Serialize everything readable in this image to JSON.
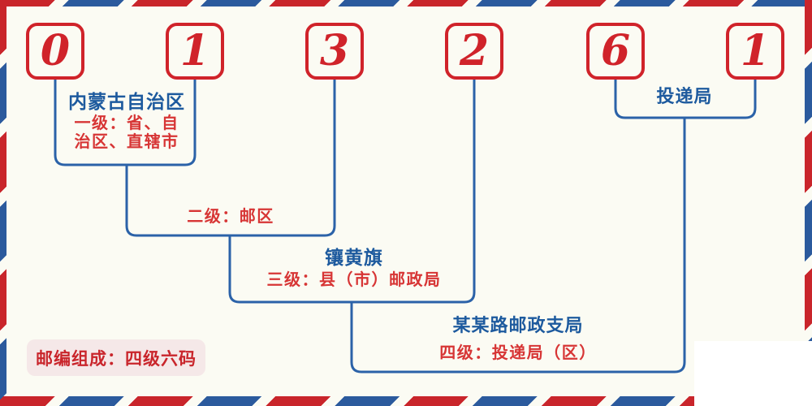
{
  "postal_code": {
    "digits": [
      "0",
      "1",
      "3",
      "2",
      "6",
      "1"
    ]
  },
  "levels": {
    "level1": {
      "place": "内蒙古自治区",
      "label": "一级：省、自治区、直辖市"
    },
    "level2": {
      "label": "二级：邮区"
    },
    "level3": {
      "place": "镶黄旗",
      "label": "三级：县（市）邮政局"
    },
    "level4": {
      "place": "某某路邮政支局",
      "label": "四级：投递局（区）"
    },
    "delivery_bureau": {
      "place": "投递局"
    }
  },
  "footer": {
    "composition_note": "邮编组成：四级六码"
  },
  "colors": {
    "stripe_red": "#c9252b",
    "stripe_blue": "#2b5a9d",
    "digit_red": "#d0232a",
    "line_blue": "#2b62a8",
    "text_blue": "#1d5a9e",
    "text_red": "#d73535",
    "badge_bg": "#f5e8e8",
    "background": "#fbfbf3"
  }
}
